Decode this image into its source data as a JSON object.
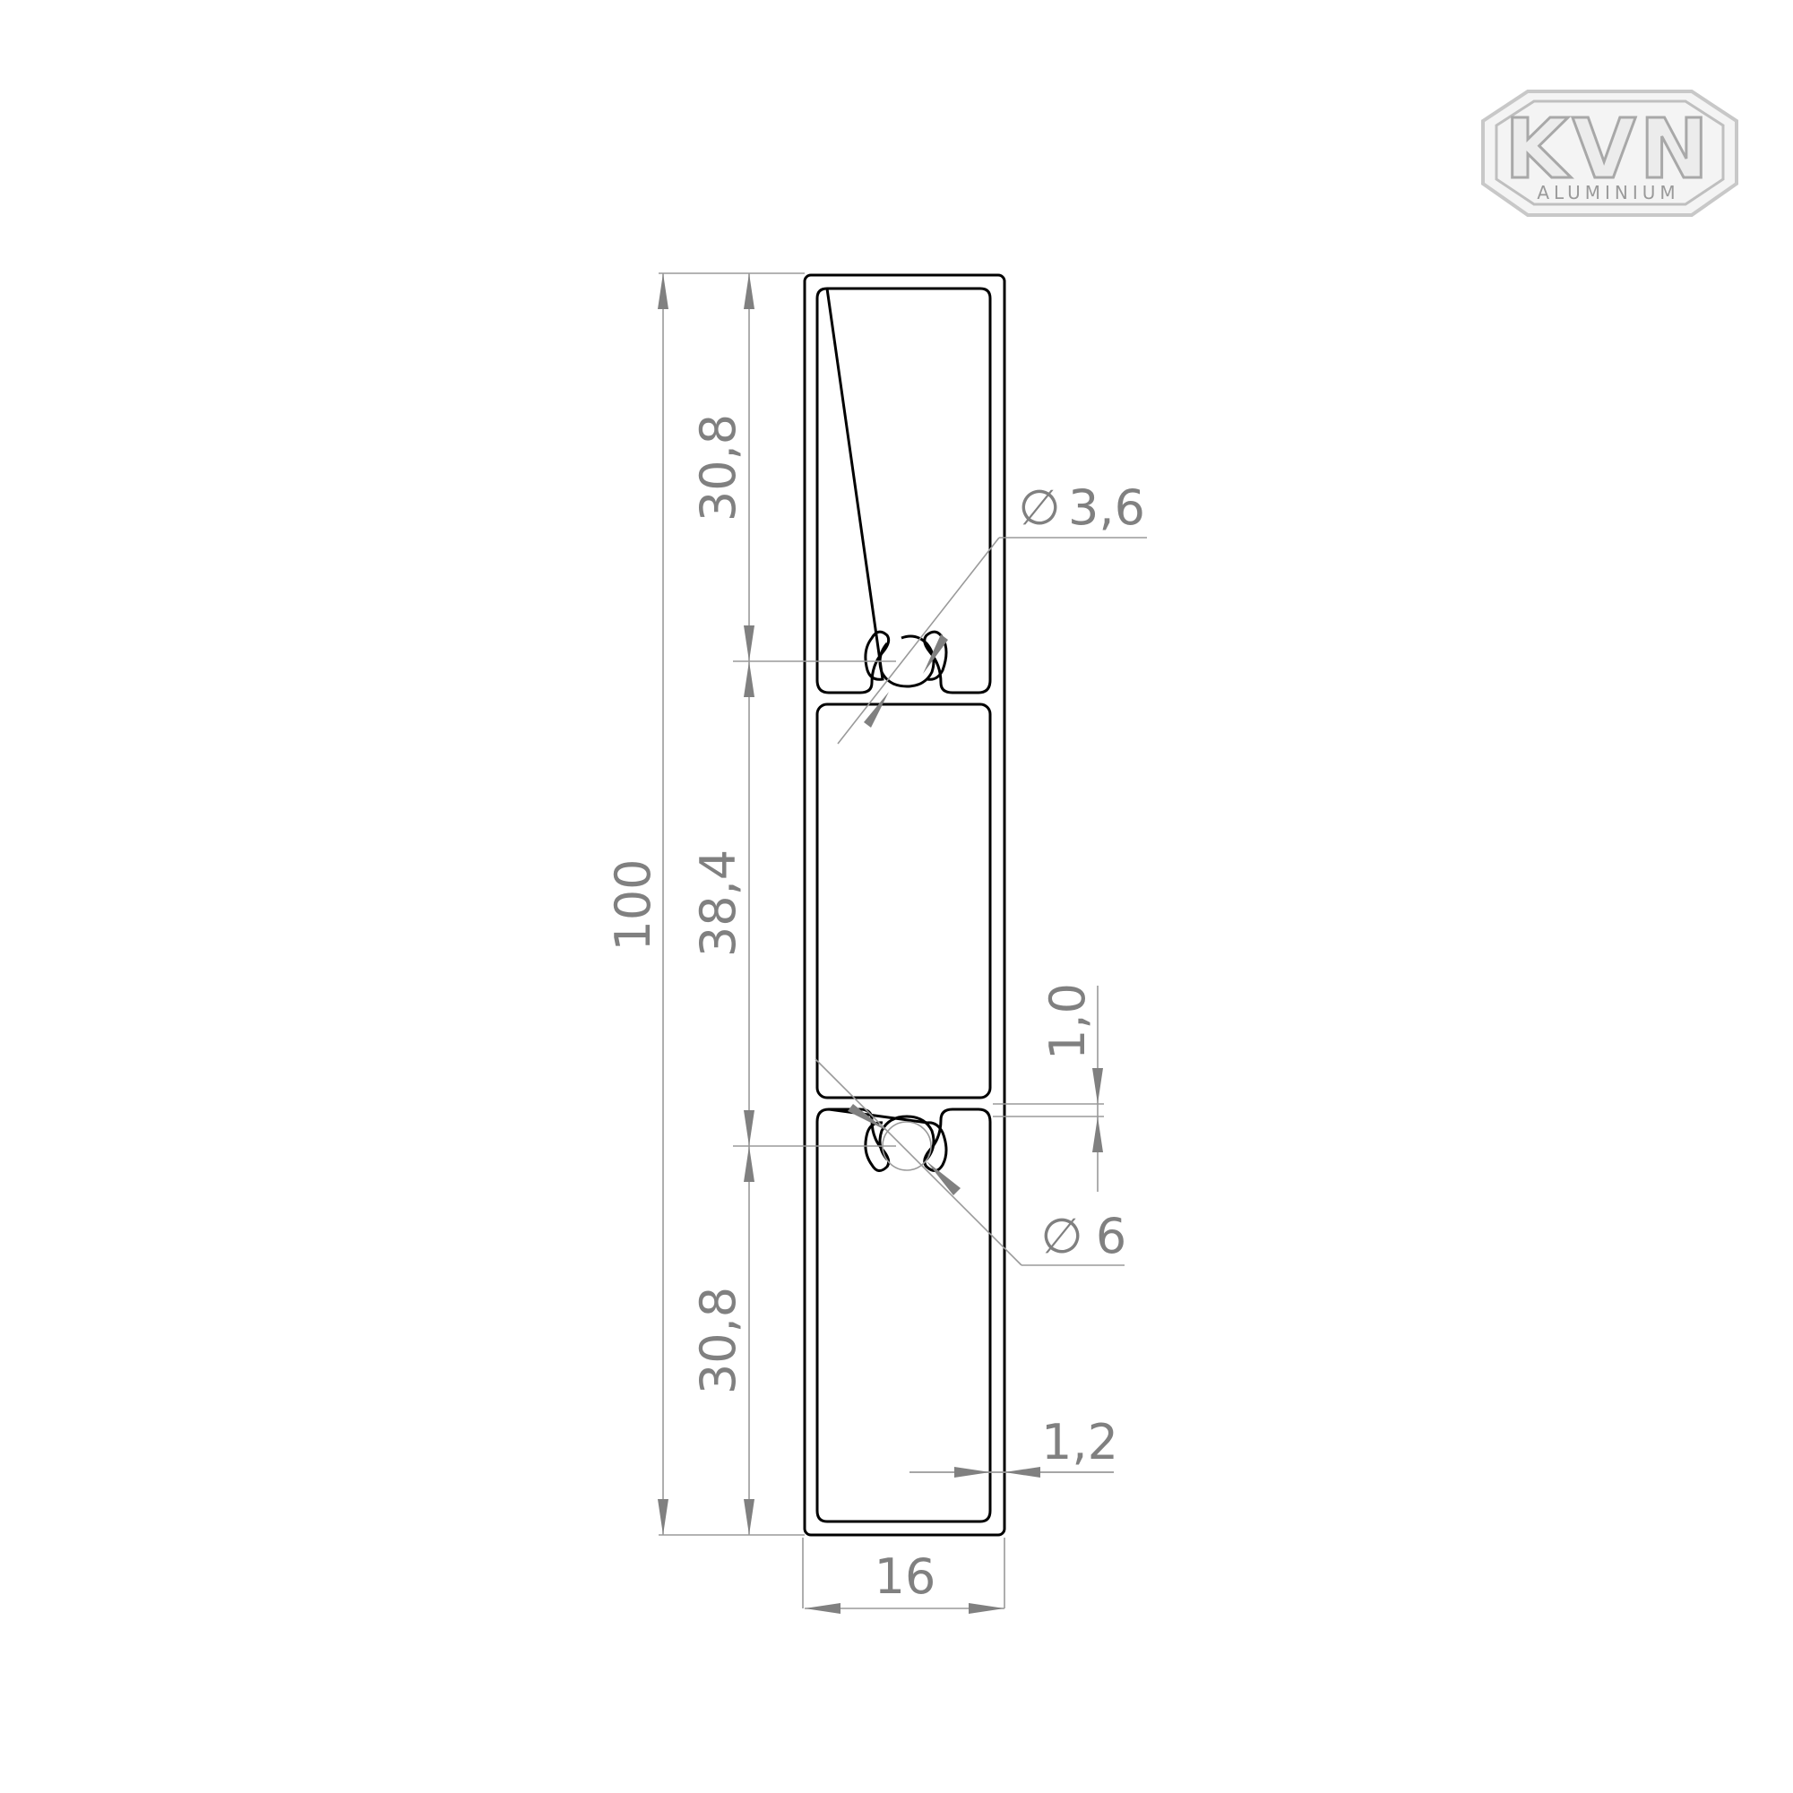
{
  "logo": {
    "brand": "KVN",
    "subtitle": "ALUMINIUM",
    "icon": "kvn-aluminium-logo"
  },
  "dimensions": {
    "total_height": "100",
    "top_chamber_height": "30,8",
    "middle_chamber_height": "38,4",
    "bottom_chamber_height": "30,8",
    "width": "16",
    "wall_thickness": "1,2",
    "web_thickness": "1,0",
    "small_hole_diameter": "3,6",
    "large_hole_diameter": "6",
    "diameter_symbol": "∅"
  },
  "colors": {
    "profile_outline": "#000000",
    "dimension": "#808080",
    "background": "#ffffff"
  }
}
